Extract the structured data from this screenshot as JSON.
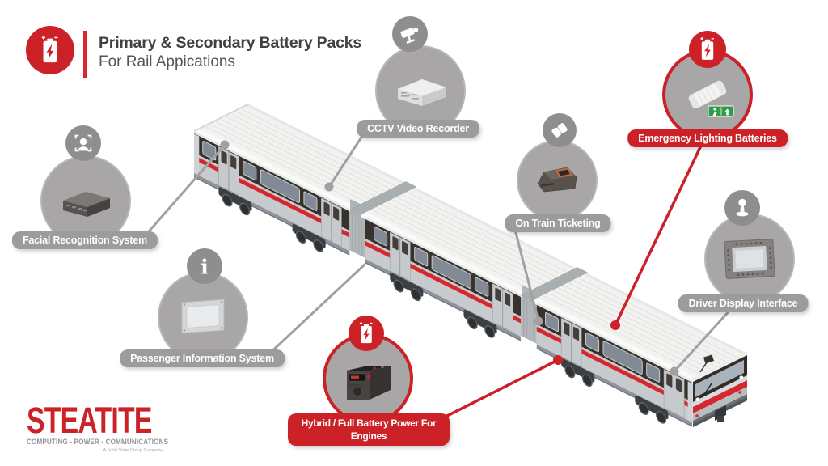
{
  "header": {
    "title": "Primary & Secondary Battery Packs",
    "subtitle": "For Rail Appications"
  },
  "nodes": [
    {
      "id": "cctv-video-recorder",
      "label": "CCTV Video Recorder",
      "icon": "cctv-camera-icon",
      "highlighted": false
    },
    {
      "id": "facial-recognition-system",
      "label": "Facial Recognition System",
      "icon": "face-scan-icon",
      "highlighted": false
    },
    {
      "id": "passenger-information-system",
      "label": "Passenger Information System",
      "icon": "info-icon",
      "highlighted": false
    },
    {
      "id": "on-train-ticketing",
      "label": "On Train Ticketing",
      "icon": "ticket-icon",
      "highlighted": false
    },
    {
      "id": "emergency-lighting-batteries",
      "label": "Emergency Lighting Batteries",
      "icon": "battery-icon",
      "highlighted": true
    },
    {
      "id": "driver-display-interface",
      "label": "Driver Display Interface",
      "icon": "joystick-icon",
      "highlighted": false
    },
    {
      "id": "hybrid-full-battery-power",
      "label": "Hybrid / Full Battery Power For Engines",
      "icon": "battery-icon",
      "highlighted": true,
      "label_lines": [
        "Hybrid / Full Battery Power For",
        "Engines"
      ]
    }
  ],
  "glyphs": {
    "info": "i"
  },
  "logo": {
    "name": "STEATITE",
    "tagline": "COMPUTING - POWER - COMMUNICATIONS",
    "subtext": "A Solid State Group Company"
  },
  "colors": {
    "brand_red": "#cb2127",
    "node_gray": "#a8a6a7",
    "pill_gray": "#9d9b9c",
    "mini_circle_gray": "#8f8d8e",
    "train_stripe_red": "#d5272d",
    "exit_sign_green": "#2e9c4a"
  },
  "illustration": {
    "subject": "Isometric three-car passenger train viewed from the front-left"
  }
}
